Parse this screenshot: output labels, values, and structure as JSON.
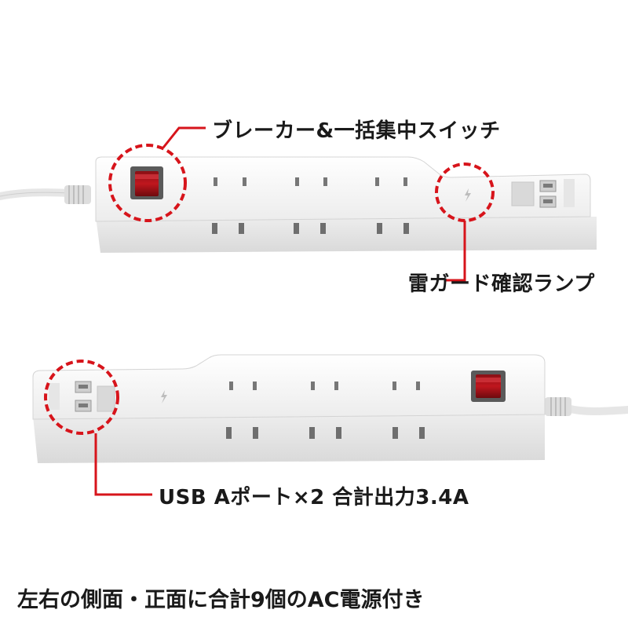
{
  "callouts": {
    "breaker_switch": "ブレーカー&一括集中スイッチ",
    "surge_lamp": "雷ガード確認ランプ",
    "usb_ports": "USB Aポート×2 合計出力3.4A"
  },
  "caption": "左右の側面・正面に合計9個のAC電源付き",
  "colors": {
    "accent_red": "#d7141b",
    "leader_line": "#d7141b",
    "body_white": "#f2f2f2",
    "switch_red": "#b3121b"
  },
  "icons": {
    "lightning": "lightning-icon"
  }
}
